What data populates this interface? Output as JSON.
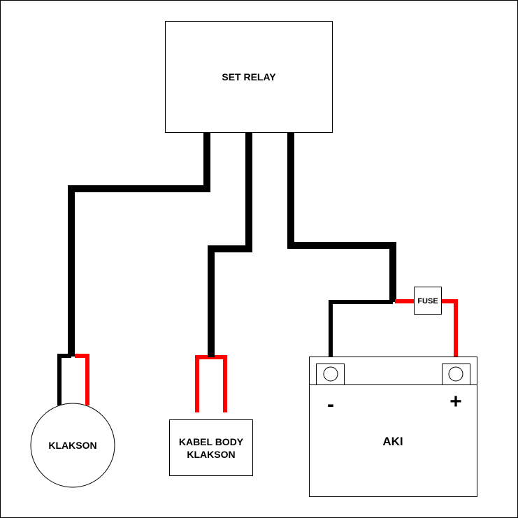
{
  "title": "Wiring diagram: relay horn installation",
  "colors": {
    "ground_wire": "#000000",
    "positive_wire": "#ff0000",
    "outline": "#000000",
    "background": "#ffffff"
  },
  "components": {
    "relay": {
      "label": "SET RELAY"
    },
    "horn": {
      "label": "KLAKSON"
    },
    "horn_body_cable": {
      "line1": "KABEL BODY",
      "line2": "KLAKSON"
    },
    "fuse": {
      "label": "FUSE"
    },
    "battery": {
      "label": "AKI",
      "negative_symbol": "-",
      "positive_symbol": "+"
    }
  },
  "wires": [
    {
      "id": "relay-to-horn",
      "color": "black",
      "from": "relay",
      "to": "horn"
    },
    {
      "id": "relay-to-body-cable",
      "color": "black",
      "from": "relay",
      "to": "horn_body_cable"
    },
    {
      "id": "relay-to-battery",
      "color": "black",
      "from": "relay",
      "to": "battery-junction"
    },
    {
      "id": "junction-to-negative",
      "color": "black",
      "from": "battery-junction",
      "to": "battery-negative"
    },
    {
      "id": "junction-to-fuse",
      "color": "red",
      "from": "battery-junction",
      "to": "fuse"
    },
    {
      "id": "fuse-to-positive",
      "color": "red",
      "from": "fuse",
      "to": "battery-positive"
    },
    {
      "id": "horn-red-lead",
      "color": "red",
      "from": "horn",
      "to": "horn"
    },
    {
      "id": "body-cable-red-leads",
      "color": "red",
      "from": "horn_body_cable",
      "to": "horn_body_cable"
    }
  ]
}
